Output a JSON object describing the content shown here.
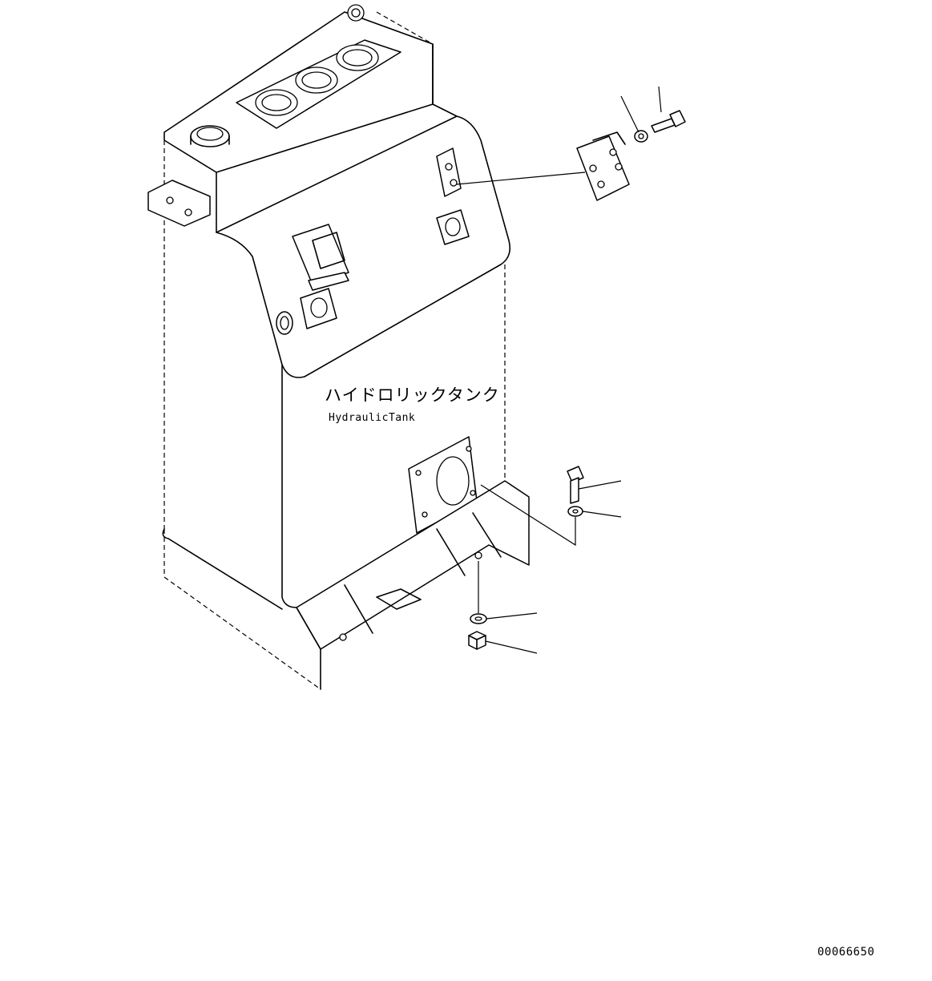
{
  "drawing": {
    "title_jp": "ハイドロリックタンク",
    "title_en": "HydraulicTank",
    "drawing_number": "00066650"
  },
  "icons": [
    "hydraulic-tank-icon",
    "bracket-icon",
    "bolt-icon",
    "washer-icon",
    "nut-icon",
    "flange-icon"
  ]
}
